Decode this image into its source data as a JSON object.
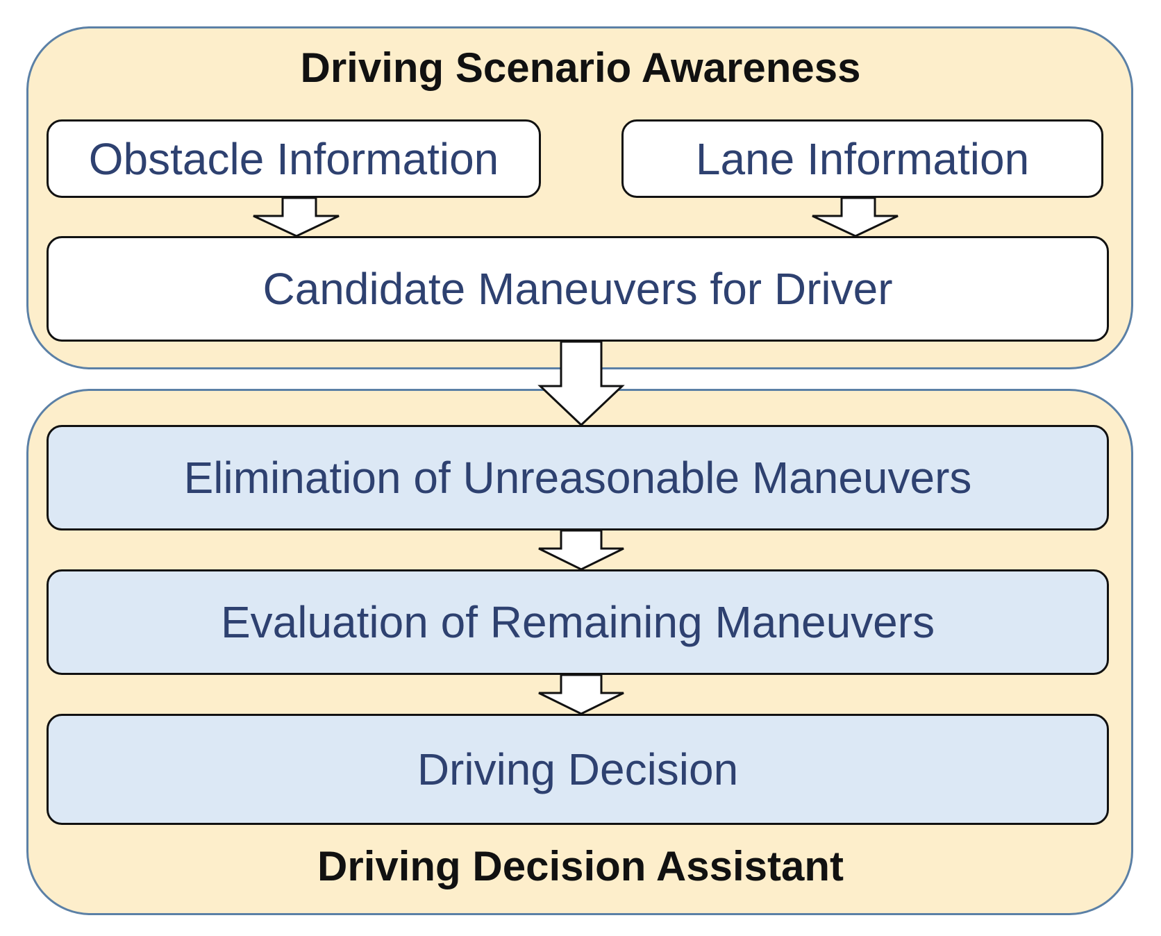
{
  "colors": {
    "panel_fill": "#fdeecb",
    "panel_border": "#5b80a6",
    "box_white": "#ffffff",
    "box_blue": "#dce8f5",
    "box_text": "#2e4170",
    "title_text": "#111111"
  },
  "sections": {
    "top_title": "Driving Scenario Awareness",
    "bottom_title": "Driving Decision Assistant"
  },
  "boxes": {
    "obstacle": "Obstacle Information",
    "lane": "Lane Information",
    "candidate": "Candidate Maneuvers for Driver",
    "elimination": "Elimination of Unreasonable Maneuvers",
    "evaluation": "Evaluation of Remaining Maneuvers",
    "decision": "Driving Decision"
  }
}
